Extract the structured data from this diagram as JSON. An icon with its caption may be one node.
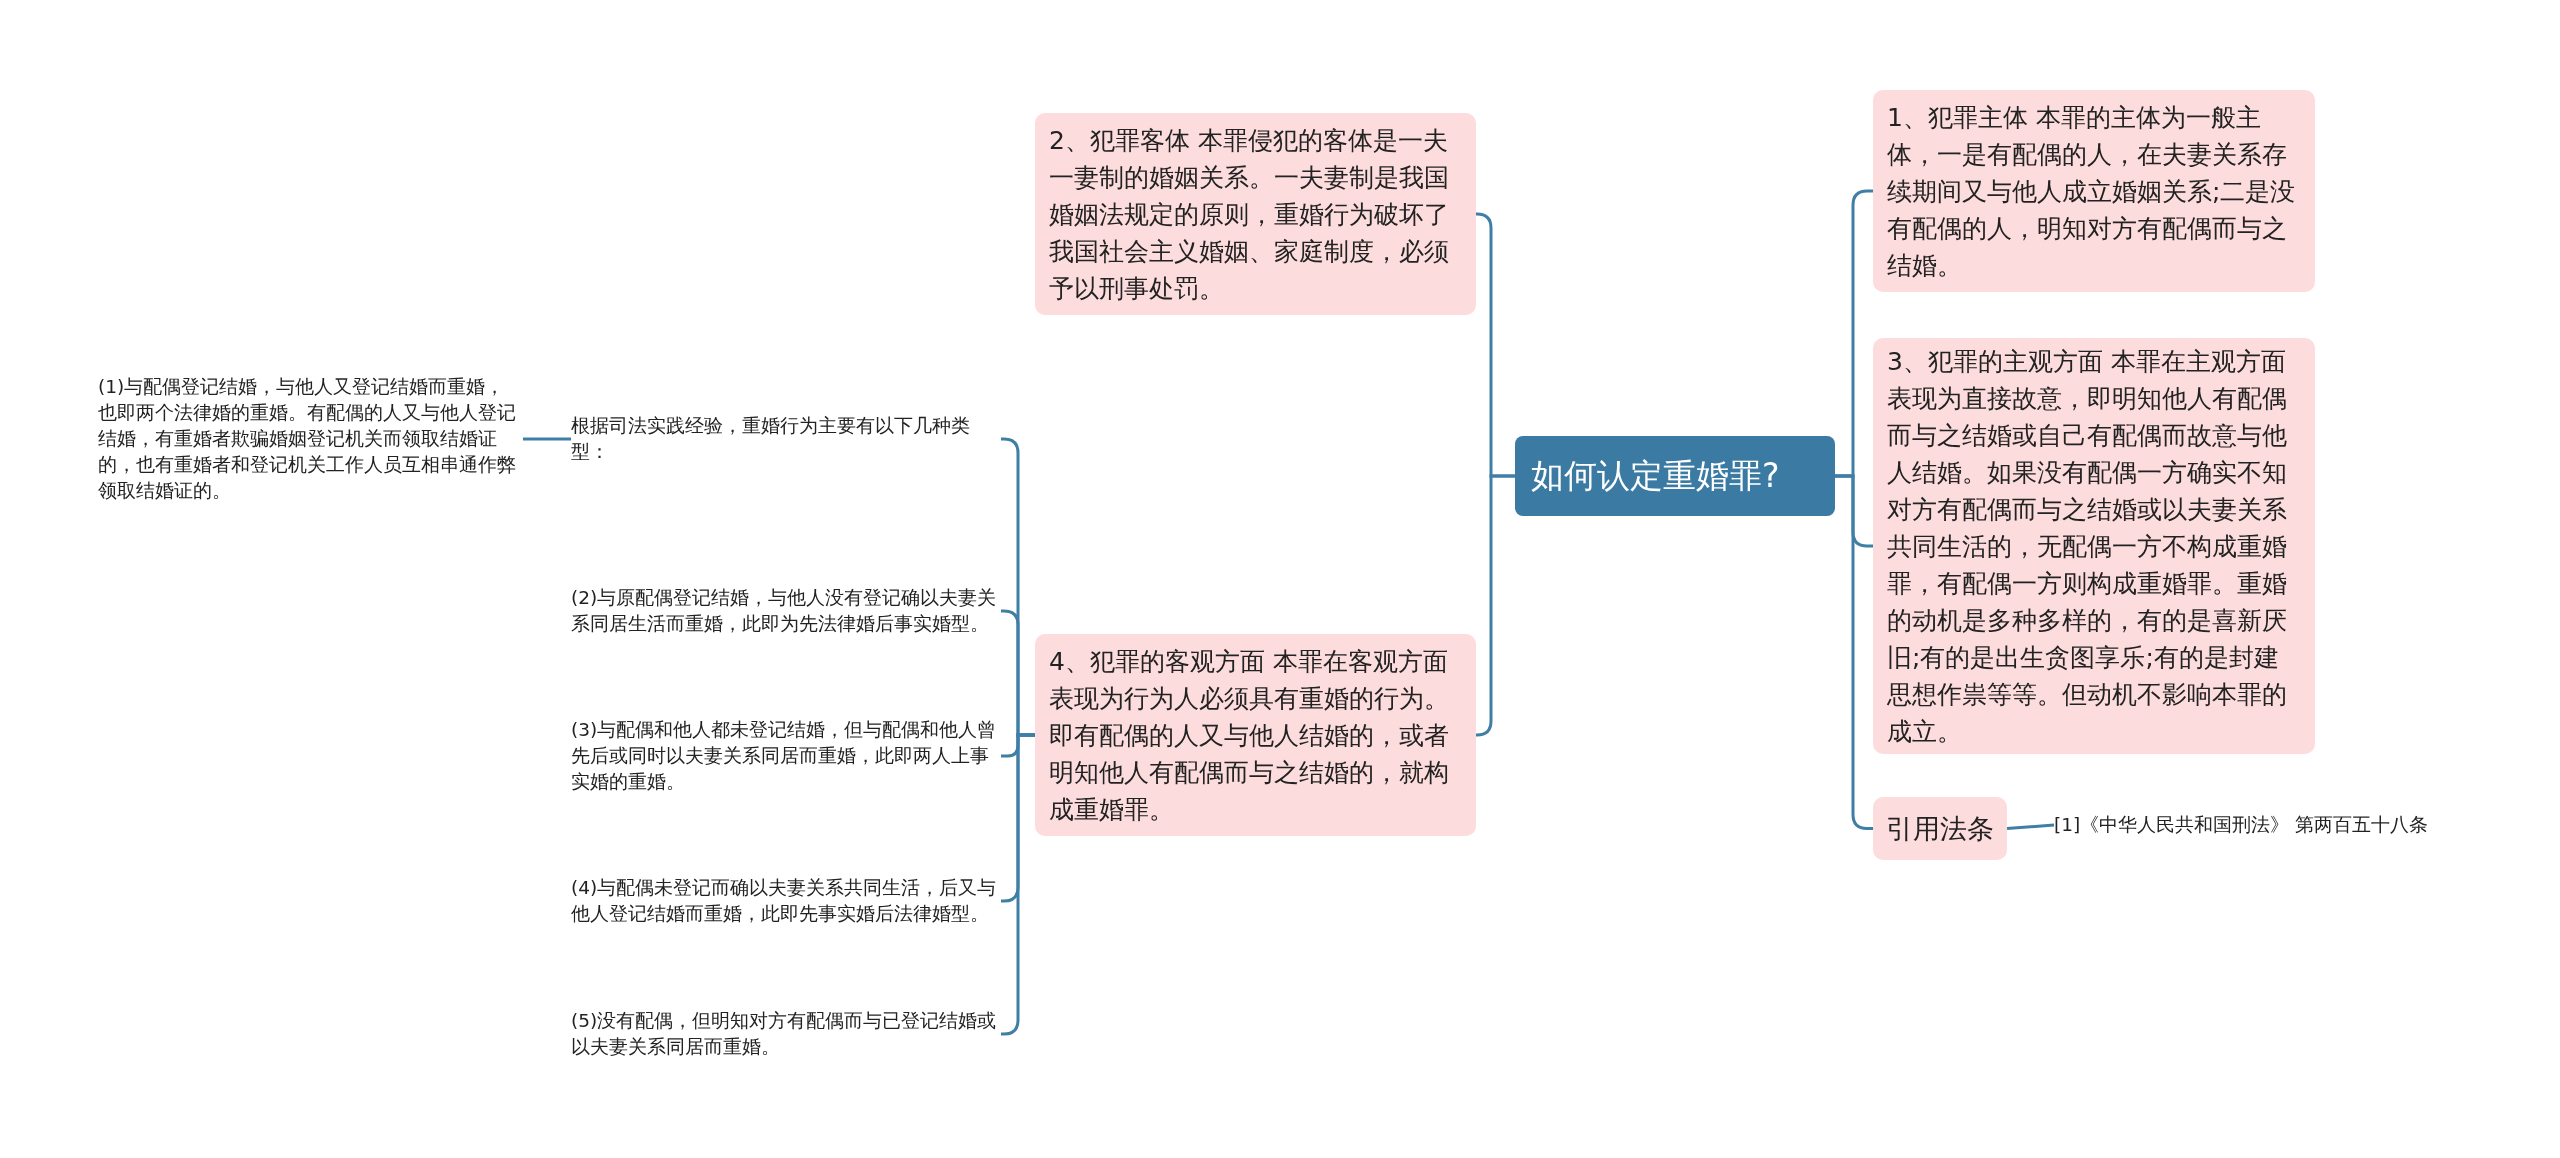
{
  "diagram": {
    "nodes": [
      {
        "text": [
          "如何认定重婚罪?"
        ]
      },
      {
        "text": [
          "1、犯罪主体 本罪的主体为一般主体，一是有配偶的人，在夫妻关系存续期间又与他人成立婚姻关系;二是没有配偶的人，明知对方有配偶而与之结婚。"
        ]
      },
      {
        "text": [
          "2、犯罪客体 本罪侵犯的客体是一夫一妻制的婚姻关系。一夫妻制是我国婚姻法规定的原则，重婚行为破坏了我国社会主义婚姻、家庭制度，必须予以刑事处罚。"
        ]
      },
      {
        "text": [
          "3、犯罪的主观方面 本罪在主观方面表现为直接故意，即明知他人有配偶而与之结婚或自己有配偶而故意与他人结婚。如果没有配偶一方确实不知对方有配偶而与之结婚或以夫妻关系共同生活的，无配偶一方不构成重婚罪，有配偶一方则构成重婚罪。重婚的动机是多种多样的，有的是喜新厌旧;有的是出生贪图享乐;有的是封建思想作祟等等。但动机不影响本罪的成立。"
        ]
      },
      {
        "text": [
          "4、犯罪的客观方面 本罪在客观方面表现为行为人必须具有重婚的行为。即有配偶的人又与他人结婚的，或者明知他人有配偶而与之结婚的，就构成重婚罪。"
        ]
      },
      {
        "text": [
          "引用法条"
        ]
      },
      {
        "text": [
          "[1]《中华人民共和国刑法》 第两百五十八条"
        ]
      },
      {
        "text": [
          "根据司法实践经验，重婚行为主要有以下几种类型："
        ]
      },
      {
        "text": [
          "(1)与配偶登记结婚，与他人又登记结婚而重婚，也即两个法律婚的重婚。有配偶的人又与他人登记结婚，有重婚者欺骗婚姻登记机关而领取结婚证的，也有重婚者和登记机关工作人员互相串通作弊领取结婚证的。"
        ]
      },
      {
        "text": [
          "(2)与原配偶登记结婚，与他人没有登记确以夫妻关系同居生活而重婚，此即为先法律婚后事实婚型。"
        ]
      },
      {
        "text": [
          "(3)与配偶和他人都未登记结婚，但与配偶和他人曾先后或同时以夫妻关系同居而重婚，此即两人上事实婚的重婚。"
        ]
      },
      {
        "text": [
          "(4)与配偶未登记而确以夫妻关系共同生活，后又与他人登记结婚而重婚，此即先事实婚后法律婚型。"
        ]
      },
      {
        "text": [
          "(5)没有配偶，但明知对方有配偶而与已登记结婚或以夫妻关系同居而重婚。"
        ]
      }
    ],
    "edges": [
      {
        "from": 0,
        "to": 1,
        "arrow": "none"
      },
      {
        "from": 0,
        "to": 2,
        "arrow": "none"
      },
      {
        "from": 0,
        "to": 3,
        "arrow": "none"
      },
      {
        "from": 0,
        "to": 4,
        "arrow": "none"
      },
      {
        "from": 0,
        "to": 5,
        "arrow": "none"
      },
      {
        "from": 5,
        "to": 6,
        "arrow": "none"
      },
      {
        "from": 4,
        "to": 7,
        "arrow": "none"
      },
      {
        "from": 4,
        "to": 9,
        "arrow": "none"
      },
      {
        "from": 4,
        "to": 10,
        "arrow": "none"
      },
      {
        "from": 4,
        "to": 11,
        "arrow": "none"
      },
      {
        "from": 4,
        "to": 12,
        "arrow": "none"
      },
      {
        "from": 7,
        "to": 8,
        "arrow": "none"
      }
    ]
  }
}
